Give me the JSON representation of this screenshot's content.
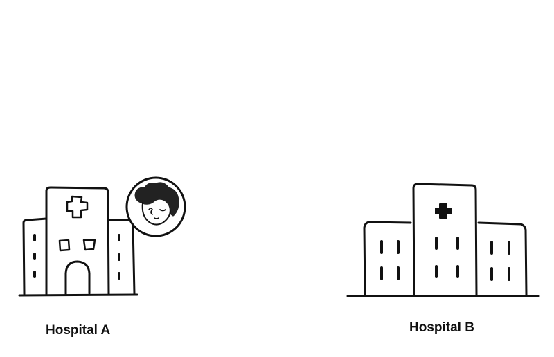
{
  "hospitals": [
    {
      "name": "Hospital A",
      "icon": "hospital-building-icon",
      "has_patient": true
    },
    {
      "name": "Hospital B",
      "icon": "hospital-building-icon",
      "has_patient": false
    }
  ],
  "patient": {
    "icon": "patient-avatar-icon",
    "location": "Hospital A"
  },
  "colors": {
    "stroke": "#111111",
    "background": "#ffffff"
  }
}
